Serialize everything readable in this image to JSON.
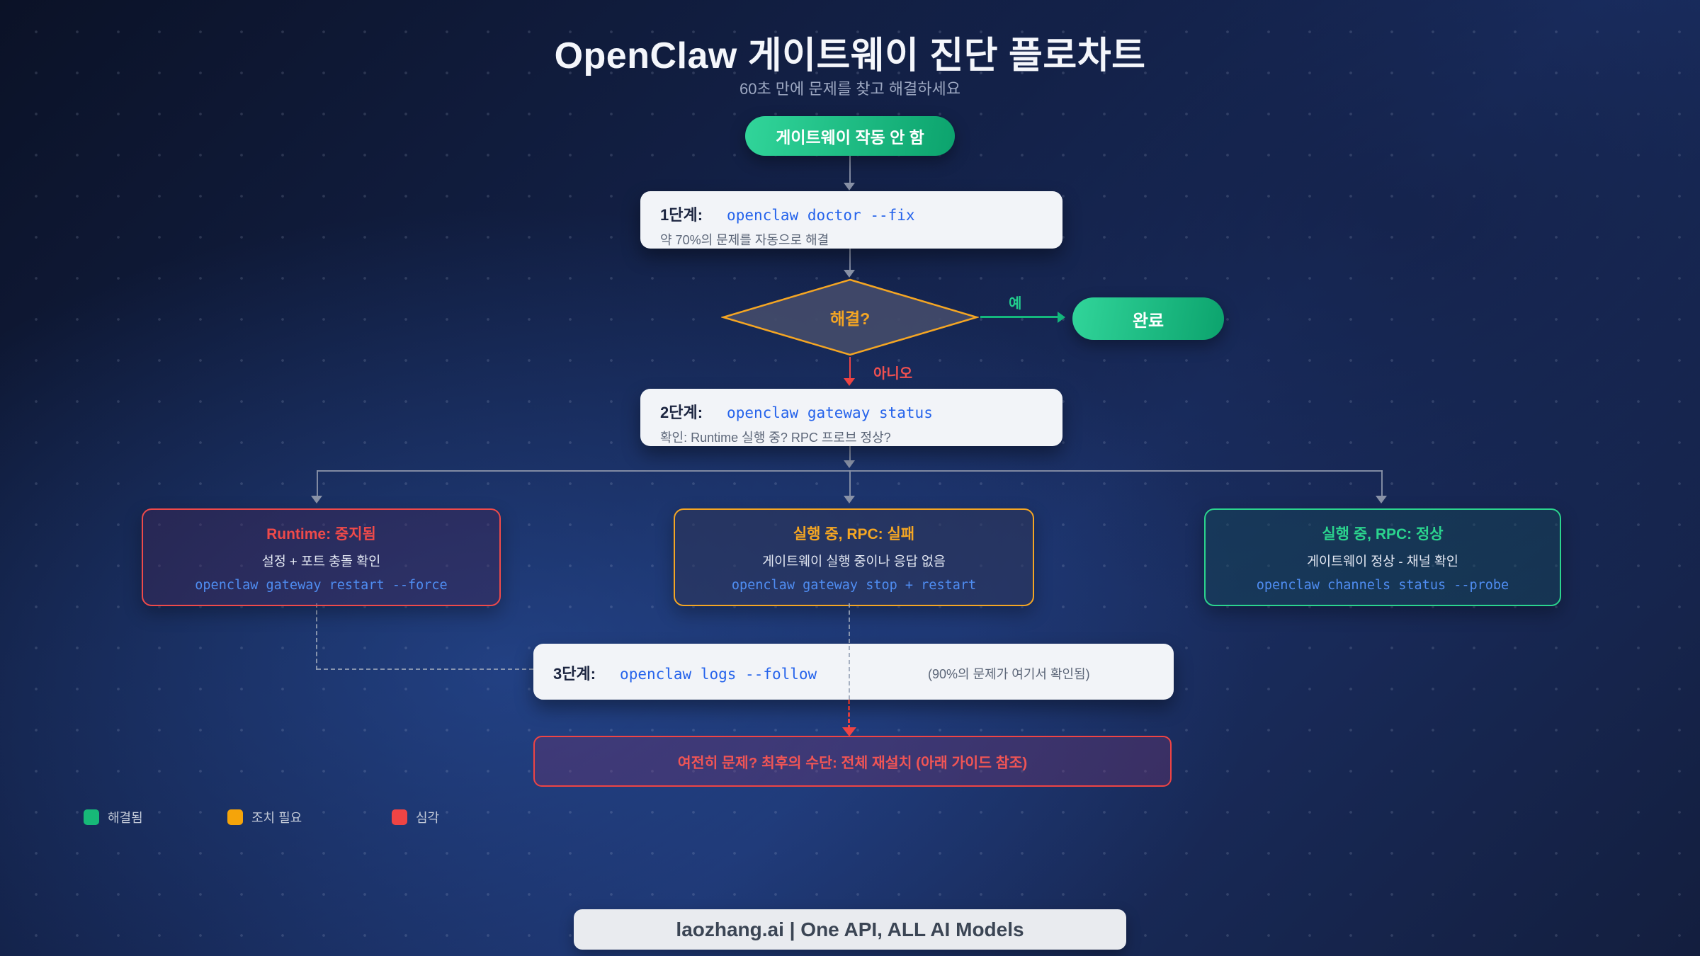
{
  "page": {
    "title": "OpenClaw 게이트웨이 진단 플로차트",
    "subtitle": "60초 만에 문제를 찾고 해결하세요",
    "footer": "laozhang.ai | One API, ALL AI Models"
  },
  "flow": {
    "start_label": "게이트웨이 작동 안 함",
    "step1": {
      "label": "1단계:",
      "command": "openclaw doctor --fix",
      "note": "약 70%의 문제를 자동으로 해결"
    },
    "decision": {
      "question": "해결?",
      "yes_label": "예",
      "no_label": "아니오"
    },
    "done_label": "완료",
    "step2": {
      "label": "2단계:",
      "command": "openclaw gateway status",
      "note": "확인: Runtime 실행 중? RPC 프로브 정상?"
    },
    "branches": [
      {
        "title": "Runtime: 중지됨",
        "desc": "설정 + 포트 충돌 확인",
        "command": "openclaw gateway restart --force",
        "accent": "#ef4a4a"
      },
      {
        "title": "실행 중, RPC: 실패",
        "desc": "게이트웨이 실행 중이나 응답 없음",
        "command": "openclaw gateway stop + restart",
        "accent": "#f5a623"
      },
      {
        "title": "실행 중, RPC: 정상",
        "desc": "게이트웨이 정상 - 채널 확인",
        "command": "openclaw channels status --probe",
        "accent": "#2bd48e"
      }
    ],
    "step3": {
      "label": "3단계:",
      "command": "openclaw logs --follow",
      "note": "(90%의 문제가 여기서 확인됨)"
    },
    "final_label": "여전히 문제? 최후의 수단: 전체 재설치 (아래 가이드 참조)"
  },
  "legend": {
    "items": [
      {
        "label": "해결됨",
        "color": "#17b978"
      },
      {
        "label": "조치 필요",
        "color": "#f5a40a"
      },
      {
        "label": "심각",
        "color": "#ef4444"
      }
    ]
  },
  "colors": {
    "success_green": "#17b978",
    "warning_orange": "#f5a623",
    "danger_red": "#ef4444",
    "command_blue_light_bg": "#2563eb",
    "command_blue_dark_bg": "#4f8df2",
    "connector_gray": "#8a93a8",
    "background_navy": "#14234c"
  }
}
